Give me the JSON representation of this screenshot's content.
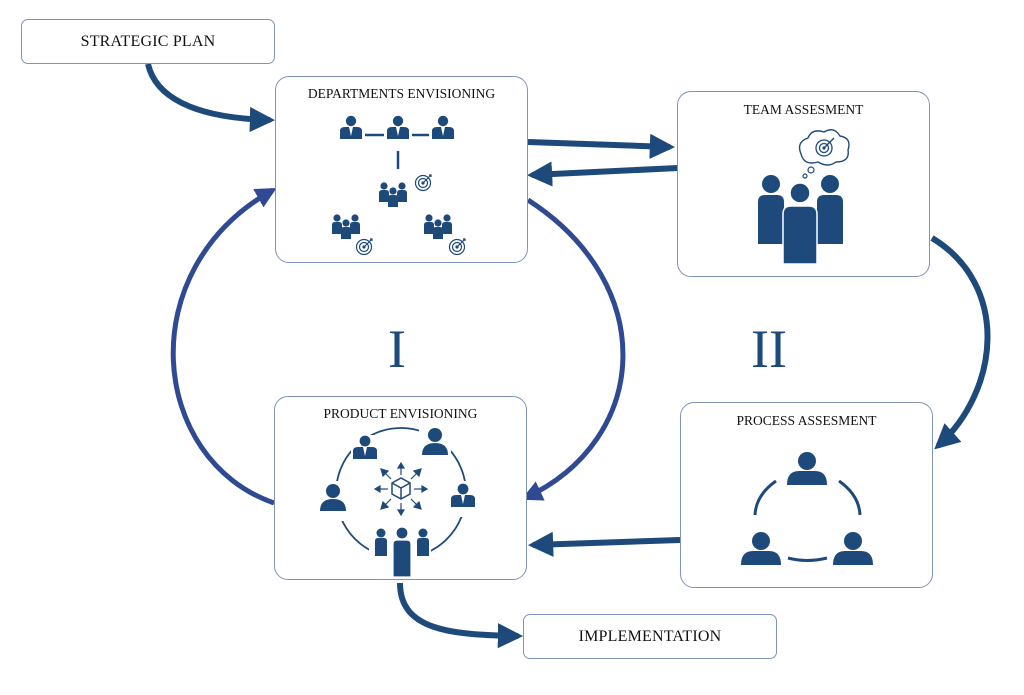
{
  "nodes": {
    "strategic_plan": "STRATEGIC PLAN",
    "departments_envisioning": "DEPARTMENTS ENVISIONING",
    "team_assesment": "TEAM ASSESMENT",
    "product_envisioning": "PRODUCT ENVISIONING",
    "process_assesment": "PROCESS ASSESMENT",
    "implementation": "IMPLEMENTATION"
  },
  "cycles": {
    "cycle_1": "I",
    "cycle_2": "II"
  },
  "colors": {
    "icon": "#1e4a7b",
    "arrow": "#1e4a7b",
    "cycle_arrow": "#2f4a92",
    "box_border": "#7f94b8"
  }
}
